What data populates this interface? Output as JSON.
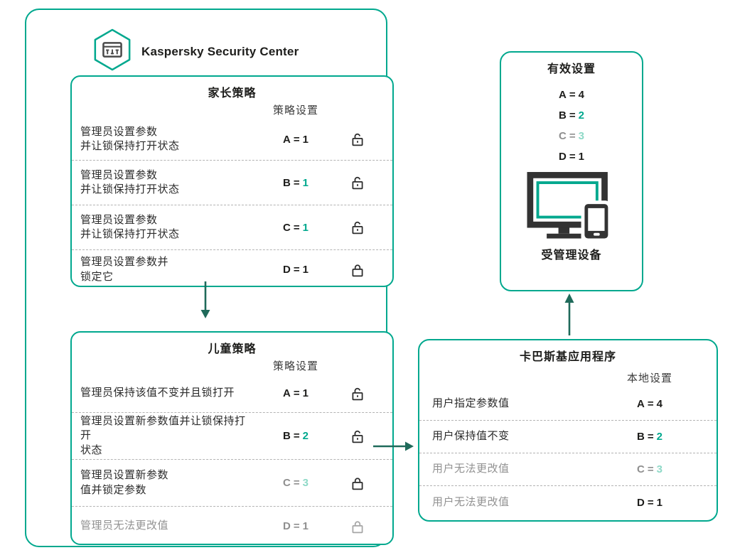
{
  "ui": {
    "equals": "="
  },
  "colors": {
    "accent_teal": "#00a88e",
    "pale_teal": "#8ed9c7",
    "arrow_dark_teal": "#1f6a5a",
    "text_dark": "#1d1d1b",
    "text_gray": "#8f8f8f",
    "icon_dark": "#333333"
  },
  "ksc": {
    "title": "Kaspersky Security Center",
    "logo_icon": "kaspersky-hexagon-settings-icon"
  },
  "parent_policy": {
    "title": "家长策略",
    "column_header": "策略设置",
    "rows": [
      {
        "desc": "管理员设置参数\n并让锁保持打开状态",
        "param": "A",
        "value": "1",
        "lock": "open"
      },
      {
        "desc": "管理员设置参数\n并让锁保持打开状态",
        "param": "B",
        "value": "1",
        "lock": "open"
      },
      {
        "desc": "管理员设置参数\n并让锁保持打开状态",
        "param": "C",
        "value": "1",
        "lock": "open"
      },
      {
        "desc": "管理员设置参数并\n锁定它",
        "param": "D",
        "value": "1",
        "lock": "closed"
      }
    ]
  },
  "child_policy": {
    "title": "儿童策略",
    "column_header": "策略设置",
    "rows": [
      {
        "desc": "管理员保持该值不变并且锁打开",
        "param": "A",
        "value": "1",
        "lock": "open"
      },
      {
        "desc": "管理员设置新参数值并让锁保持打开\n状态",
        "param": "B",
        "value": "2",
        "lock": "open"
      },
      {
        "desc": "管理员设置新参数\n值并锁定参数",
        "param": "C",
        "value": "3",
        "lock": "closed"
      },
      {
        "desc": "管理员无法更改值",
        "param": "D",
        "value": "1",
        "lock": "closed-gray"
      }
    ]
  },
  "application": {
    "title": "卡巴斯基应用程序",
    "column_header": "本地设置",
    "rows": [
      {
        "desc": "用户指定参数值",
        "param": "A",
        "value": "4"
      },
      {
        "desc": "用户保持值不变",
        "param": "B",
        "value": "2"
      },
      {
        "desc": "用户无法更改值",
        "param": "C",
        "value": "3"
      },
      {
        "desc": "用户无法更改值",
        "param": "D",
        "value": "1"
      }
    ]
  },
  "effective": {
    "title": "有效设置",
    "values": [
      {
        "param": "A",
        "value": "4"
      },
      {
        "param": "B",
        "value": "2"
      },
      {
        "param": "C",
        "value": "3"
      },
      {
        "param": "D",
        "value": "1"
      }
    ],
    "device_label": "受管理设备",
    "device_icon": "monitor-and-phone-icon"
  }
}
